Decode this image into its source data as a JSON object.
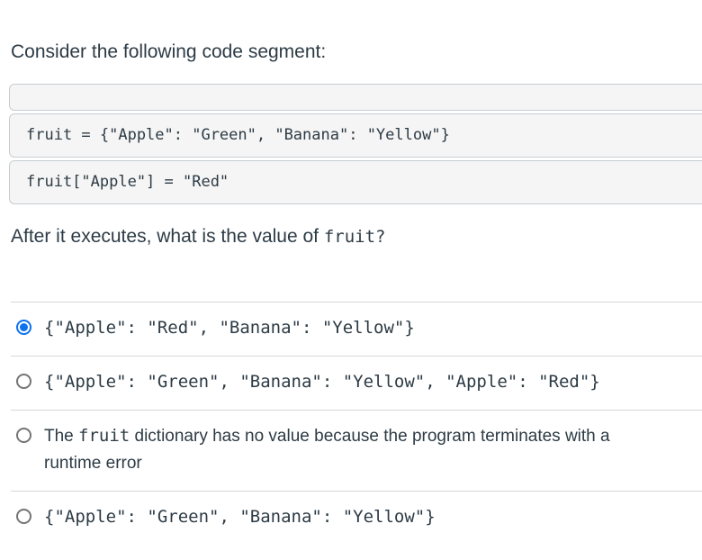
{
  "question": {
    "intro": "Consider the following code segment:",
    "code_lines": [
      "",
      "fruit = {\"Apple\": \"Green\", \"Banana\": \"Yellow\"}",
      "fruit[\"Apple\"] = \"Red\""
    ],
    "prompt_prefix": "After it executes, what is the value of ",
    "prompt_code": "fruit",
    "prompt_suffix": "?"
  },
  "options": [
    {
      "selected": true,
      "parts": [
        {
          "t": "{\"Apple\": \"Red\", \"Banana\": \"Yellow\"}",
          "mono": true
        }
      ]
    },
    {
      "selected": false,
      "parts": [
        {
          "t": "{\"Apple\": \"Green\", \"Banana\": \"Yellow\", \"Apple\": \"Red\"}",
          "mono": true
        }
      ]
    },
    {
      "selected": false,
      "parts": [
        {
          "t": "The ",
          "mono": false
        },
        {
          "t": "fruit",
          "mono": true
        },
        {
          "t": " dictionary has no value because the program terminates with a runtime error",
          "mono": false
        }
      ]
    },
    {
      "selected": false,
      "parts": [
        {
          "t": "{\"Apple\": \"Green\", \"Banana\": \"Yellow\"}",
          "mono": true
        }
      ]
    }
  ],
  "colors": {
    "text": "#2d3b45",
    "code_box_bg": "#f5f5f5",
    "code_box_border": "#c7cdd1",
    "divider": "#d8d8d8",
    "radio_unselected": "#757575",
    "radio_selected_accent": "#0e72ed"
  }
}
